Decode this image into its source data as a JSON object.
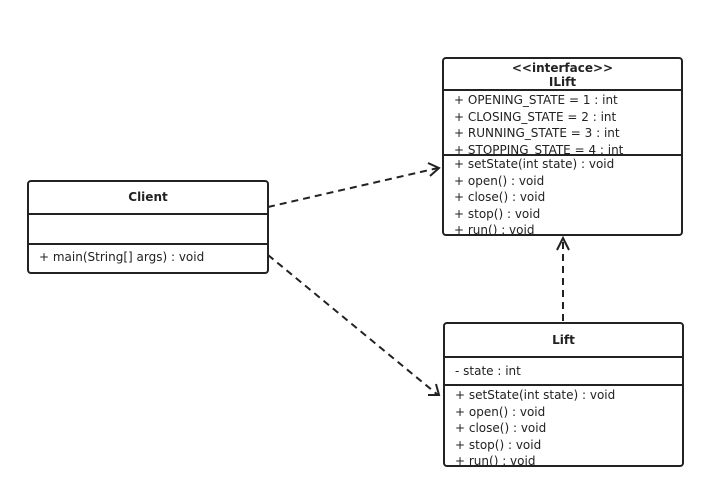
{
  "classes": {
    "ilift": {
      "stereotype": "<<interface>>",
      "name": "ILift",
      "attributes": [
        "+ OPENING_STATE = 1 : int",
        "+ CLOSING_STATE = 2 : int",
        "+ RUNNING_STATE = 3 : int",
        "+ STOPPING_STATE = 4 : int"
      ],
      "methods": [
        "+ setState(int state) : void",
        "+ open() : void",
        "+ close() : void",
        "+ stop() : void",
        "+ run() : void"
      ]
    },
    "client": {
      "name": "Client",
      "methods": [
        "+ main(String[] args) : void"
      ]
    },
    "lift": {
      "name": "Lift",
      "attributes": [
        "- state : int"
      ],
      "methods": [
        "+ setState(int state) : void",
        "+ open() : void",
        "+ close() : void",
        "+ stop() : void",
        "+ run() : void"
      ]
    }
  },
  "relations": [
    {
      "from": "Client",
      "to": "ILift",
      "type": "dependency"
    },
    {
      "from": "Client",
      "to": "Lift",
      "type": "dependency"
    },
    {
      "from": "Lift",
      "to": "ILift",
      "type": "realization"
    }
  ]
}
